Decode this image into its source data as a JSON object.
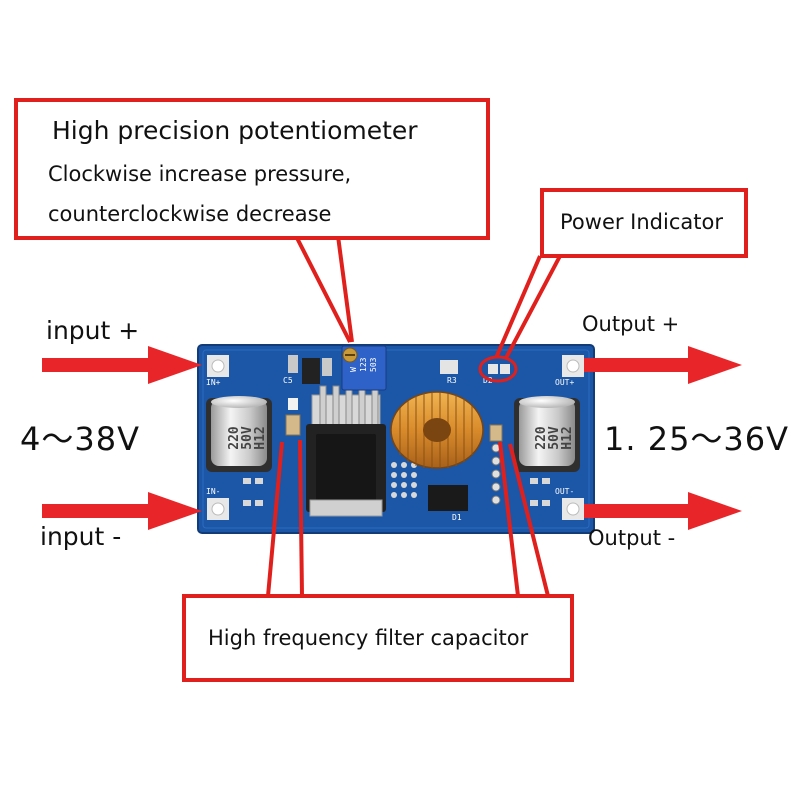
{
  "callouts": {
    "potentiometer": {
      "title": "High precision potentiometer",
      "line1": "Clockwise increase pressure,",
      "line2": "counterclockwise decrease"
    },
    "power_indicator": {
      "label": "Power Indicator"
    },
    "filter_capacitor": {
      "label": "High frequency filter capacitor"
    }
  },
  "terminals": {
    "input_plus": "input +",
    "input_minus": "input -",
    "output_plus": "Output +",
    "output_minus": "Output -"
  },
  "ranges": {
    "input_range": "4～38V",
    "output_range": "1. 25～36V"
  },
  "board": {
    "in_plus": "IN+",
    "in_minus": "IN-",
    "out_plus": "OUT+",
    "out_minus": "OUT-",
    "c5": "C5",
    "r3": "R3",
    "d2": "D2",
    "d1": "D1",
    "cap_left": [
      "220",
      "50V",
      "H12"
    ],
    "cap_right": [
      "220",
      "50V",
      "H12"
    ],
    "pot_code": [
      "503",
      "123",
      "W"
    ]
  },
  "colors": {
    "callout_red": "#e0201c",
    "arrow_red": "#e8262a",
    "pcb_blue": "#1c56a6",
    "coil_copper": "#d98b2b"
  }
}
